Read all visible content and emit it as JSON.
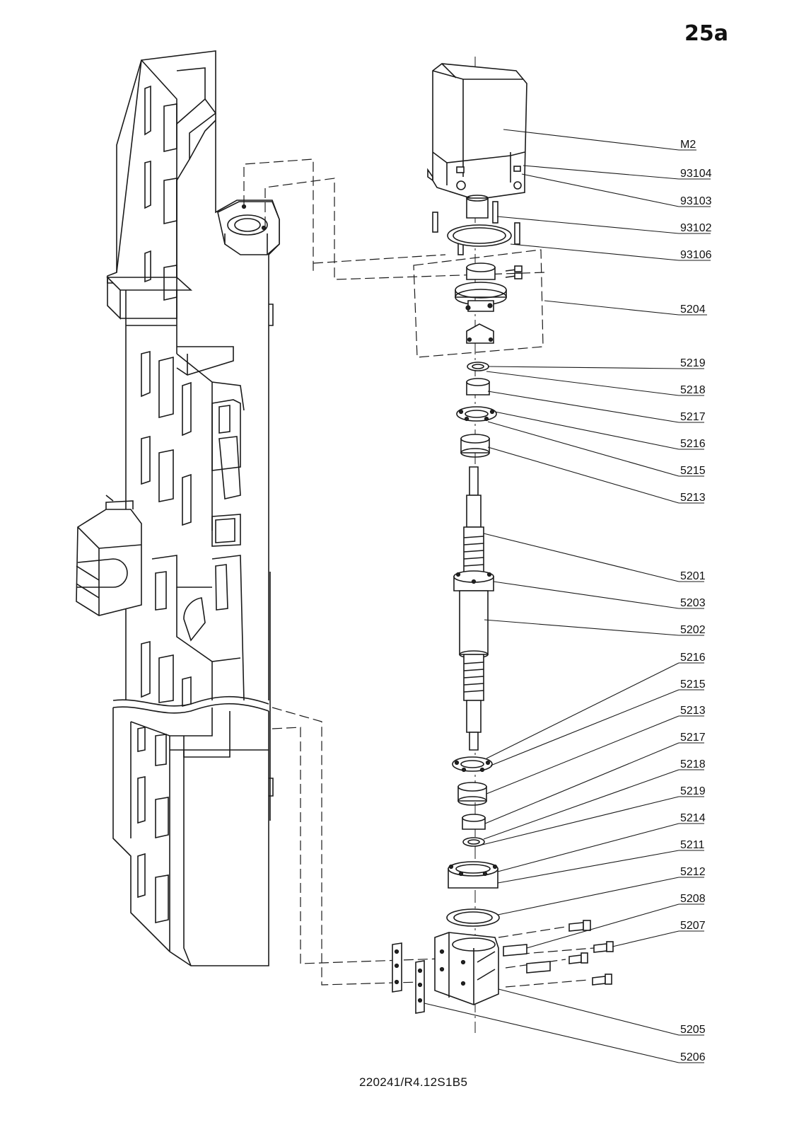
{
  "page": {
    "label": "25a",
    "drawing_number": "220241/R4.12S1B5"
  },
  "callouts": [
    {
      "id": "M2"
    },
    {
      "id": "93104"
    },
    {
      "id": "93103"
    },
    {
      "id": "93102"
    },
    {
      "id": "93106"
    },
    {
      "id": "5204"
    },
    {
      "id": "5219"
    },
    {
      "id": "5218"
    },
    {
      "id": "5217"
    },
    {
      "id": "5216"
    },
    {
      "id": "5215"
    },
    {
      "id": "5213"
    },
    {
      "id": "5201"
    },
    {
      "id": "5203"
    },
    {
      "id": "5202"
    },
    {
      "id": "5216"
    },
    {
      "id": "5215"
    },
    {
      "id": "5213"
    },
    {
      "id": "5217"
    },
    {
      "id": "5218"
    },
    {
      "id": "5219"
    },
    {
      "id": "5214"
    },
    {
      "id": "5211"
    },
    {
      "id": "5212"
    },
    {
      "id": "5208"
    },
    {
      "id": "5207"
    },
    {
      "id": "5205"
    },
    {
      "id": "5206"
    }
  ]
}
